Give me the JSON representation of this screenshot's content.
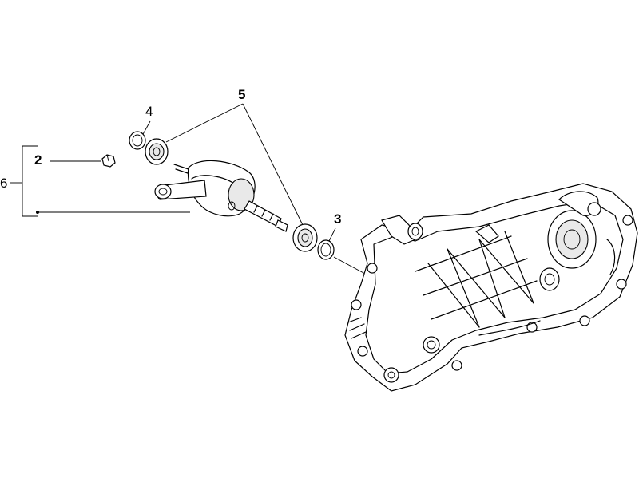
{
  "callouts": {
    "label_2": "2",
    "label_3": "3",
    "label_4": "4",
    "label_5": "5",
    "label_6": "6"
  }
}
